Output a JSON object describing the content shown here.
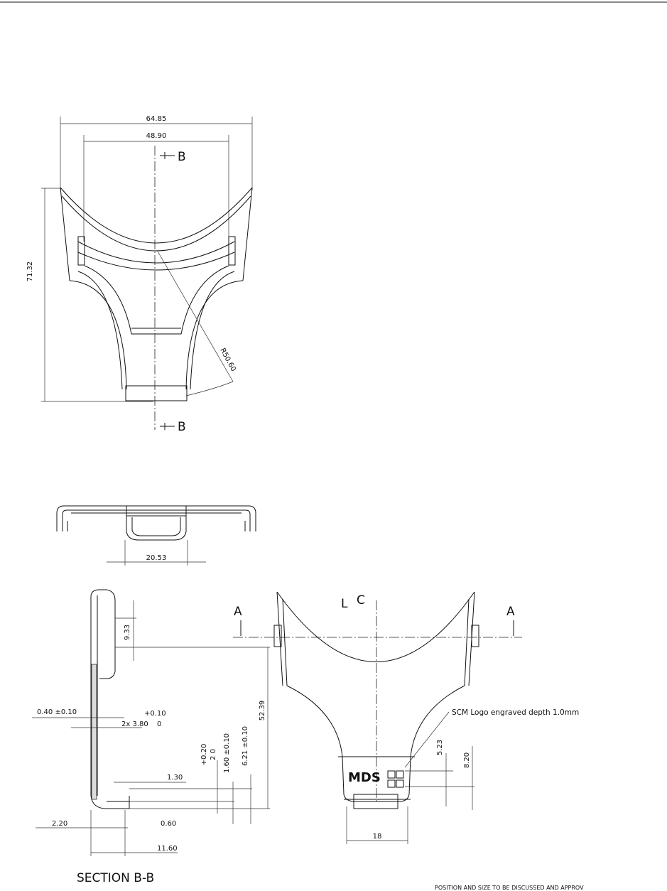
{
  "view_top": {
    "width_outer": "64.85",
    "width_inner": "48.90",
    "height": "71.32",
    "radius": "R50.60",
    "section_marker": "B"
  },
  "view_front": {
    "width_bottom": "20.53"
  },
  "view_side": {
    "title": "SECTION B-B",
    "dims": {
      "d_933": "9.33",
      "d_040": "0.40 ±0.10",
      "d_380_tol_plus": "+0.10",
      "d_380": "2x 3.80",
      "d_380_tol_zero": "0",
      "d_130": "1.30",
      "d_220": "2.20",
      "d_060": "0.60",
      "d_1160": "11.60",
      "d_2_tol": "+0.20",
      "d_2": "2  0",
      "d_160": "1.60 ±0.10",
      "d_621": "6.21 ±0.10",
      "d_5239": "52.39"
    }
  },
  "view_main": {
    "marker_a": "A",
    "centerline_l": "L",
    "centerline_c": "C",
    "logo_note": "SCM Logo engraved depth 1.0mm",
    "logo_text": "MDS",
    "d_523": "5.23",
    "d_820": "8.20",
    "d_18": "18"
  },
  "footer_note": "POSITION AND SIZE TO BE DISCUSSED AND APPROV"
}
